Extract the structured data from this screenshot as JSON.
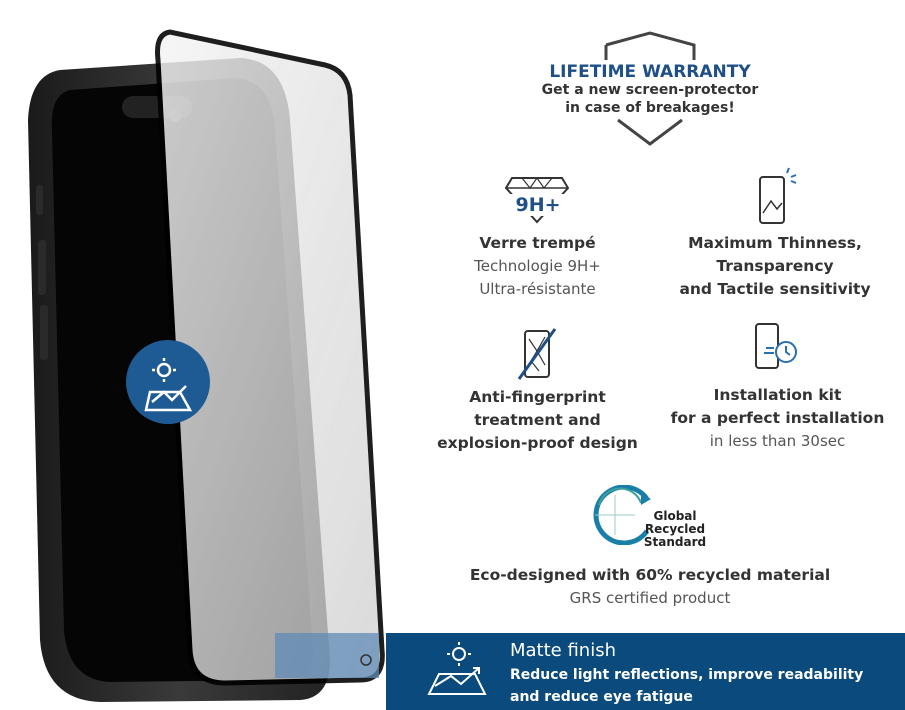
{
  "warranty": {
    "title": "LIFETIME WARRANTY",
    "line1": "Get a new screen-protector",
    "line2": "in case of breakages!"
  },
  "features": {
    "tempered_glass": {
      "badge": "9H+",
      "title": "Verre trempé",
      "line1": "Technologie 9H+",
      "line2": "Ultra-résistante"
    },
    "thinness": {
      "line1": "Maximum Thinness,",
      "line2": "Transparency",
      "line3": "and Tactile sensitivity"
    },
    "anti_fingerprint": {
      "line1": "Anti-fingerprint",
      "line2": "treatment and",
      "line3": "explosion-proof design"
    },
    "installation": {
      "line1": "Installation kit",
      "line2": "for a perfect installation",
      "line3": "in less than 30sec"
    }
  },
  "grs": {
    "logo_line1": "Global Recycled",
    "logo_line2": "Standard",
    "title": "Eco-designed with 60% recycled material",
    "subtitle": "GRS certified product"
  },
  "banner": {
    "title": "Matte finish",
    "line1": "Reduce light reflections, improve readability",
    "line2": "and reduce eye fatigue"
  },
  "colors": {
    "brand_blue": "#0b4a7c",
    "accent_blue": "#1e4f86",
    "text_dark": "#333333"
  }
}
